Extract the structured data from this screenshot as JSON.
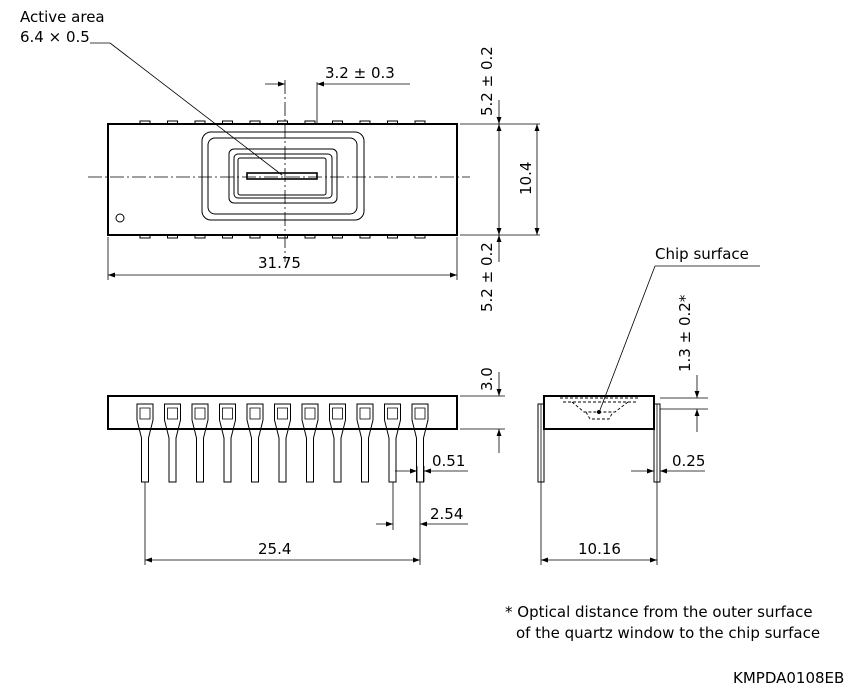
{
  "labels": {
    "active_area": "Active area",
    "active_area_size": "6.4 × 0.5",
    "center_offset": "3.2 ± 0.3",
    "top_clearance": "5.2 ± 0.2",
    "height": "10.4",
    "bottom_clearance": "5.2 ± 0.2",
    "length": "31.75",
    "chip_surface": "Chip surface",
    "optical_distance": "1.3 ± 0.2*",
    "thickness": "3.0",
    "lead_width": "0.51",
    "lead_pitch": "2.54",
    "lead_span": "25.4",
    "lead_thickness": "0.25",
    "row_spacing": "10.16"
  },
  "footnote": {
    "line1": "* Optical distance from the outer surface",
    "line2": "of the quartz window to the chip surface"
  },
  "drawing_code": "KMPDA0108EB"
}
